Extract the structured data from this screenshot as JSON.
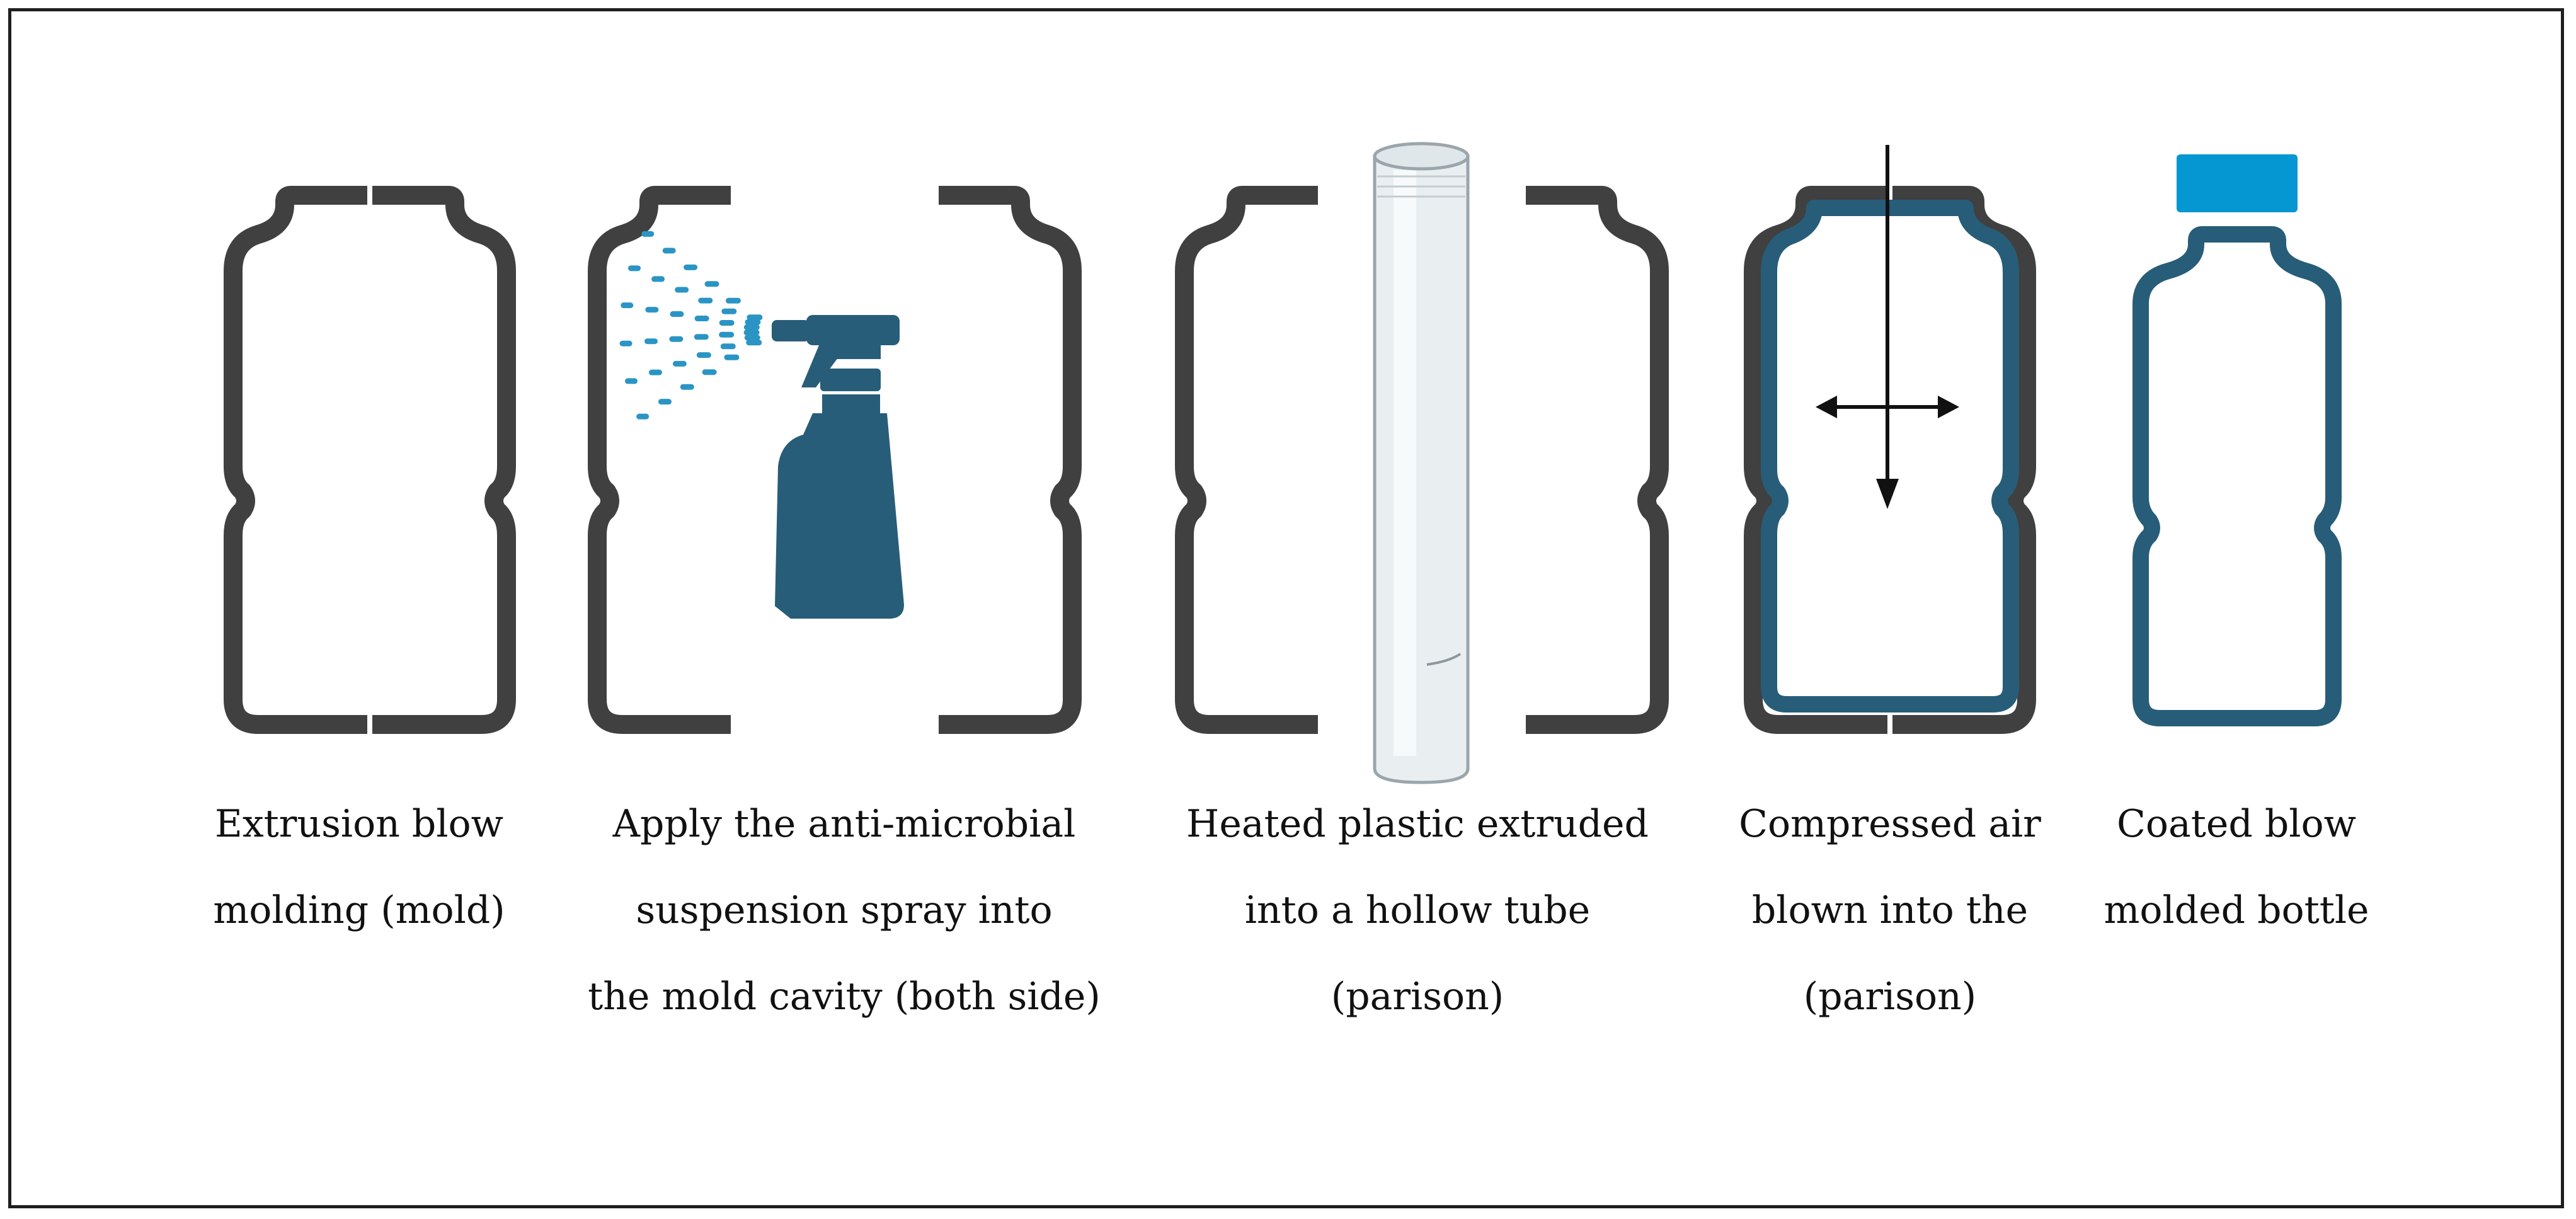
{
  "colors": {
    "mold": "#404040",
    "coating": "#275d78",
    "spray": "#2a95c4",
    "cap": "#0497d1",
    "arrow": "#111111",
    "tube_fill": "#e9eff1",
    "tube_edge": "#9aa6ab",
    "border": "#1f1f1f"
  },
  "steps": [
    {
      "id": "mold",
      "icon": "split-bottle-mold-icon",
      "caption": [
        "Extrusion blow",
        "molding (mold)"
      ]
    },
    {
      "id": "spray",
      "icon": "spray-bottle-icon",
      "caption": [
        "Apply the anti-microbial",
        "suspension spray into",
        "the mold cavity (both side)"
      ]
    },
    {
      "id": "parison",
      "icon": "parison-tube-icon",
      "caption": [
        "Heated plastic extruded",
        "into a hollow tube",
        "(parison)"
      ]
    },
    {
      "id": "blow",
      "icon": "compressed-air-arrows-icon",
      "caption": [
        "Compressed air",
        "blown into the",
        "(parison)"
      ]
    },
    {
      "id": "bottle",
      "icon": "coated-bottle-icon",
      "caption": [
        "Coated blow",
        "molded bottle"
      ]
    }
  ]
}
